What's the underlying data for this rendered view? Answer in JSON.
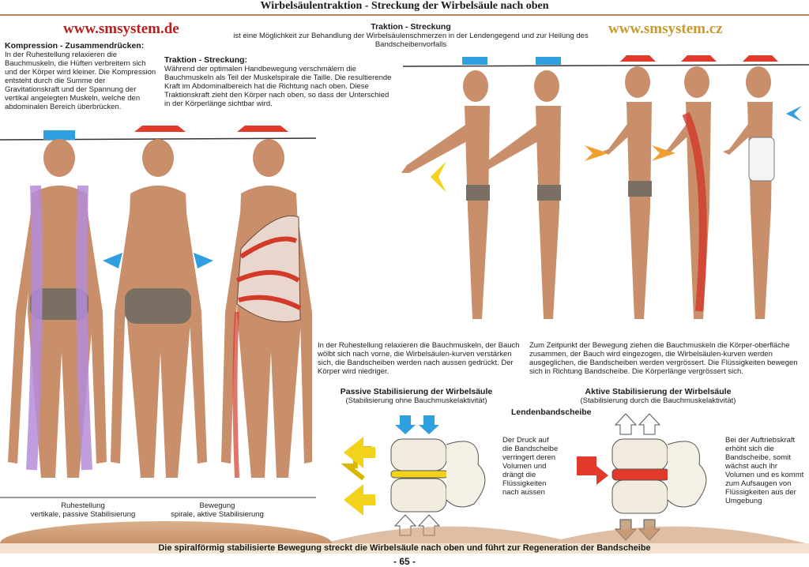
{
  "page": {
    "title": "Wirbelsäulentraktion - Streckung der Wirbelsäule nach oben",
    "website_left": "www.smsystem.de",
    "website_right": "www.smsystem.cz",
    "page_number": "- 65 -",
    "bottom_caption": "Die spiralförmig stabilisierte Bewegung streckt die Wirbelsäule nach oben und führt zur Regeneration der Bandscheibe"
  },
  "center_block": {
    "heading": "Traktion - Streckung",
    "text": "ist eine Möglichkeit zur Behandlung der Wirbelsäulenschmerzen in der Lendengegend und zur Heilung des Bandscheibenvorfalls"
  },
  "compression": {
    "heading": "Kompression - Zusammendrücken:",
    "text": "In der Ruhestellung relaxieren die Bauchmuskeln, die Hüften verbreitern sich und der Körper wird kleiner. Die Kompression entsteht durch die Summe der Gravitationskraft und der Spannung der vertikal angelegten Muskeln, welche den abdominalen Bereich überbrücken."
  },
  "traction": {
    "heading": "Traktion - Streckung:",
    "text": "Während der optimalen Handbewegung verschmälern die Bauchmuskeln als Teil der Muskelspirale die Taille. Die resultierende Kraft im Abdominalbereich hat die Richtung nach oben. Diese Traktionskraft zieht den Körper nach oben, so dass der Unterschied in der Körperlänge sichtbar wird."
  },
  "left_captions": {
    "rest_line1": "Ruhestellung",
    "rest_line2": "vertikale, passive Stabilisierung",
    "move_line1": "Bewegung",
    "move_line2": "spirale, aktive Stabilisierung"
  },
  "right_texts": {
    "rest": "In der Ruhestellung relaxieren die Bauchmuskeln, der Bauch wölbt sich nach vorne, die Wirbelsäulen-kurven verstärken sich, die Bandscheiben werden nach aussen gedrückt. Der Körper wird niedriger.",
    "movement": "Zum Zeitpunkt der Bewegung ziehen die Bauchmuskeln die Körper-oberfläche zusammen, der Bauch wird eingezogen, die Wirbelsäulen-kurven werden ausgeglichen, die Bandscheiben werden vergrössert. Die Flüssigkeiten bewegen sich in Richtung Bandscheibe. Die Körperlänge vergrössert sich."
  },
  "passive": {
    "title": "Passive Stabilisierung der Wirbelsäule",
    "subtitle": "(Stabilisierung ohne Bauchmuskelaktivität)",
    "side_text": "Der Druck auf die Bandscheibe verringert deren Volumen und drängt die Flüssigkeiten nach aussen"
  },
  "active": {
    "title": "Aktive Stabilisierung der Wirbelsäule",
    "subtitle": "(Stabilisierung durch die Bauchmuskelaktivität)",
    "side_text": "Bei der Auftriebskraft erhöht sich die Bandscheibe, somit wächst auch ihr Volumen und es kommt zum Aufsaugen von Flüssigkeiten aus der Umgebung"
  },
  "lumbar_label": "Lendenbandscheibe",
  "colors": {
    "accent_red": "#b82020",
    "accent_gold": "#c79a2a",
    "rule": "#b38a5a",
    "skin": "#c98e6a",
    "arrow_blue": "#2f9fe0",
    "arrow_yellow": "#f2d21a",
    "arrow_red": "#e23a2a",
    "muscle_purple": "#b48cd8"
  }
}
